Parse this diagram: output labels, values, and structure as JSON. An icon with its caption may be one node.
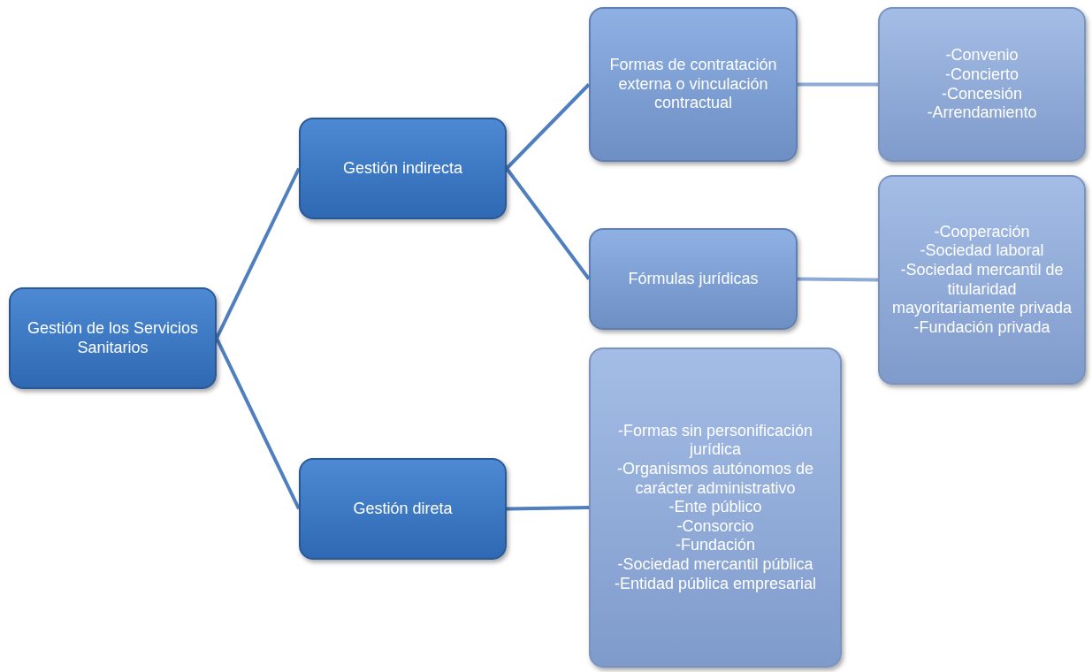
{
  "diagram": {
    "nodes": [
      {
        "text": [
          "Gestión de los Servicios Sanitarios"
        ]
      },
      {
        "text": [
          "Gestión indirecta"
        ]
      },
      {
        "text": [
          "Gestión direta"
        ]
      },
      {
        "text": [
          "Formas de contratación externa o vinculación contractual"
        ]
      },
      {
        "text": [
          "Fórmulas jurídicas"
        ]
      },
      {
        "text": [
          "-Convenio",
          "-Concierto",
          "-Concesión",
          "-Arrendamiento"
        ]
      },
      {
        "text": [
          "-Cooperación",
          "-Sociedad laboral",
          "-Sociedad mercantil de titularidad mayoritariamente privada",
          "-Fundación privada"
        ]
      },
      {
        "text": [
          "-Formas sin personificación jurídica",
          "-Organismos autónomos de carácter administrativo",
          "-Ente público",
          "-Consorcio",
          "-Fundación",
          "-Sociedad mercantil pública",
          "-Entidad pública empresarial"
        ]
      }
    ],
    "edges": [
      {
        "from": 0,
        "to": 1,
        "arrow": "none"
      },
      {
        "from": 0,
        "to": 2,
        "arrow": "none"
      },
      {
        "from": 1,
        "to": 3,
        "arrow": "none"
      },
      {
        "from": 1,
        "to": 4,
        "arrow": "none"
      },
      {
        "from": 3,
        "to": 5,
        "arrow": "none"
      },
      {
        "from": 4,
        "to": 6,
        "arrow": "none"
      },
      {
        "from": 2,
        "to": 7,
        "arrow": "none"
      }
    ]
  }
}
